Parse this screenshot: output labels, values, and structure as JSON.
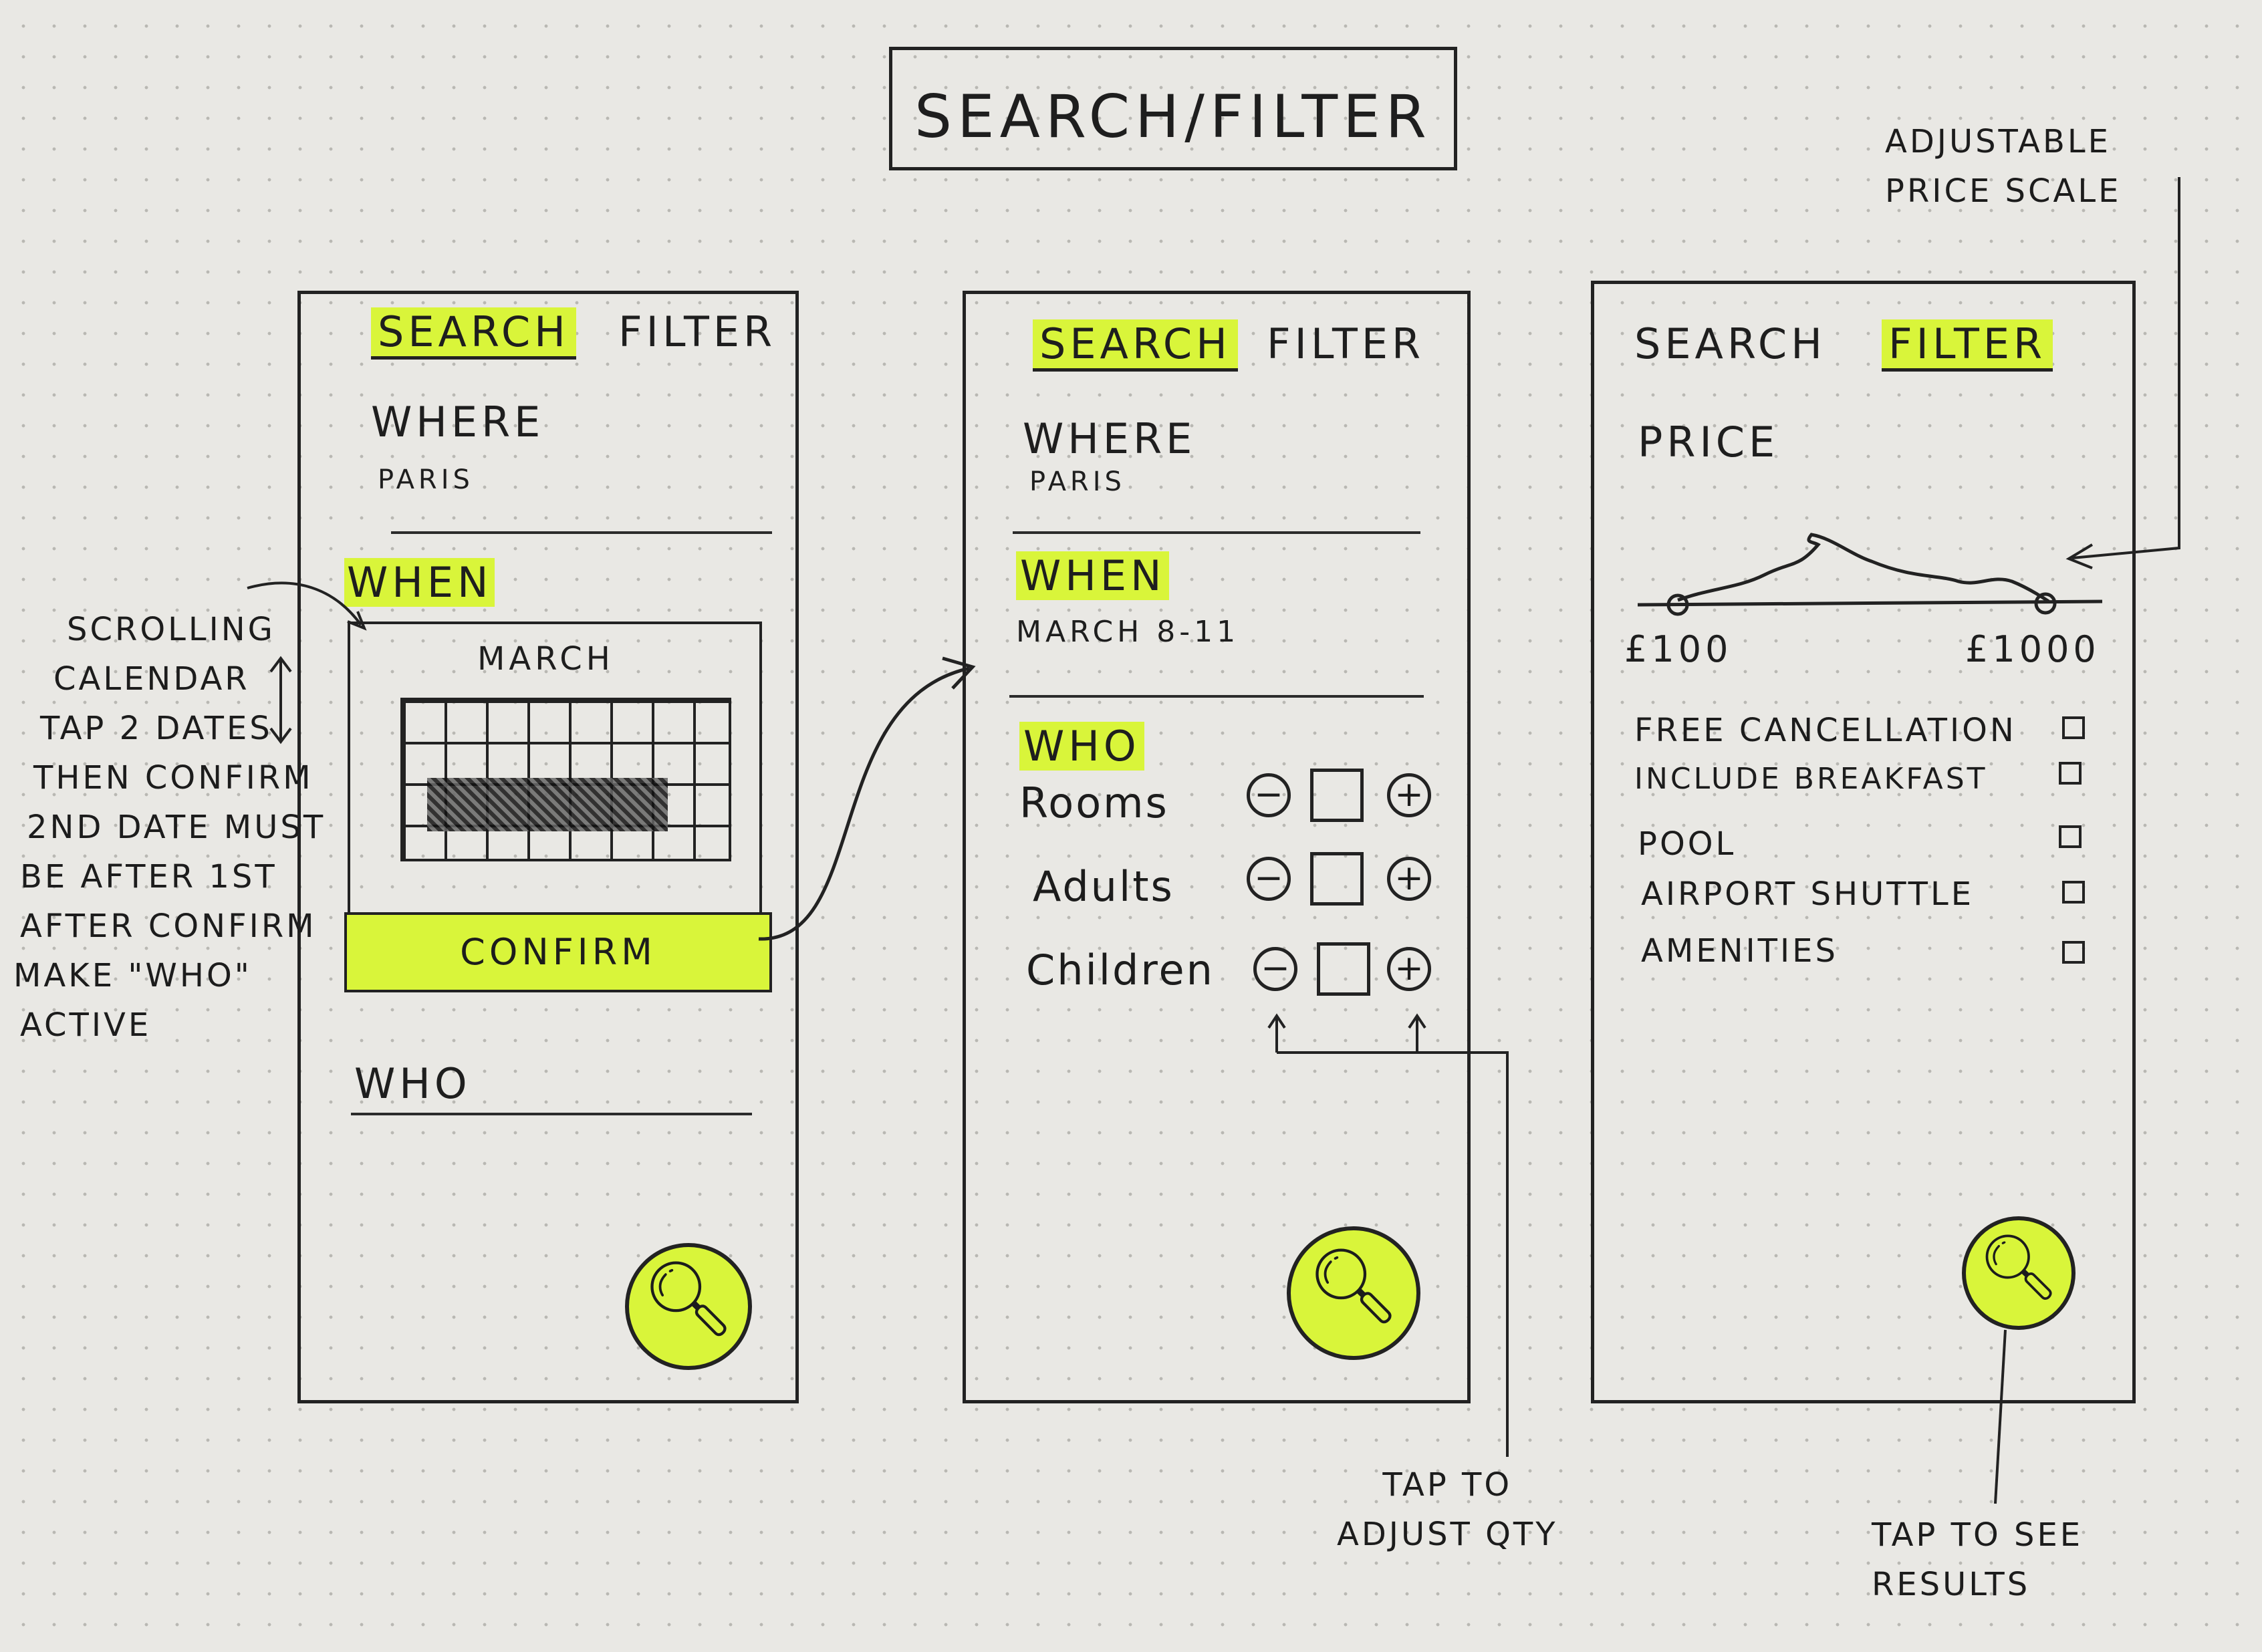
{
  "title": "SEARCH/FILTER",
  "screen1": {
    "tab_search": "SEARCH",
    "tab_filter": "FILTER",
    "where_label": "WHERE",
    "where_value": "PARIS",
    "when_label": "WHEN",
    "month": "MARCH",
    "confirm_label": "CONFIRM",
    "who_label": "WHO"
  },
  "screen2": {
    "tab_search": "SEARCH",
    "tab_filter": "FILTER",
    "where_label": "WHERE",
    "where_value": "PARIS",
    "when_label": "WHEN",
    "when_value": "MARCH 8-11",
    "who_label": "WHO",
    "rows": [
      {
        "label": "Rooms"
      },
      {
        "label": "Adults"
      },
      {
        "label": "Children"
      }
    ],
    "minus_glyph": "−",
    "plus_glyph": "+"
  },
  "screen3": {
    "tab_search": "SEARCH",
    "tab_filter": "FILTER",
    "price_label": "PRICE",
    "price_min": "£100",
    "price_max": "£1000",
    "options": [
      {
        "label": "FREE CANCELLATION",
        "checked": false
      },
      {
        "label": "INCLUDE BREAKFAST",
        "checked": false
      },
      {
        "label": "POOL",
        "checked": false
      },
      {
        "label": "AIRPORT SHUTTLE",
        "checked": false
      },
      {
        "label": "AMENITIES",
        "checked": false
      }
    ]
  },
  "annotations": {
    "calendar_note": [
      "SCROLLING",
      "CALENDAR",
      "TAP 2 DATES",
      "THEN CONFIRM",
      "2ND DATE MUST",
      "BE AFTER 1ST",
      "AFTER CONFIRM",
      "MAKE \"WHO\"",
      "ACTIVE"
    ],
    "price_note": [
      "ADJUSTABLE",
      "PRICE SCALE"
    ],
    "qty_note": [
      "TAP TO",
      "ADJUST QTY"
    ],
    "results_note": [
      "TAP TO SEE",
      "RESULTS"
    ]
  },
  "colors": {
    "highlight": "#d9f53a",
    "ink": "#1e1e1e",
    "paper": "#e9e8e4"
  },
  "icons": {
    "search_fab": "magnifier-icon"
  }
}
